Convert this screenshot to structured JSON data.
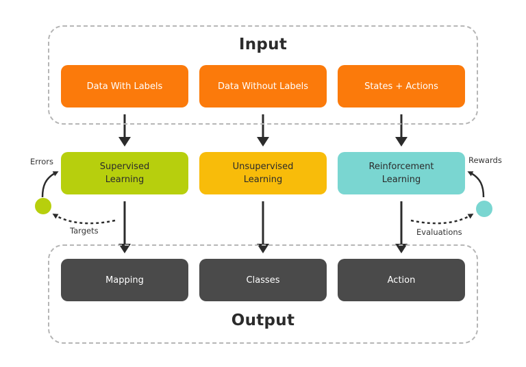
{
  "input": {
    "title": "Input",
    "boxes": [
      "Data With Labels",
      "Data Without Labels",
      "States + Actions"
    ]
  },
  "learning": {
    "supervised": "Supervised\nLearning",
    "unsupervised": "Unsupervised\nLearning",
    "reinforcement": "Reinforcement\nLearning"
  },
  "output": {
    "title": "Output",
    "boxes": [
      "Mapping",
      "Classes",
      "Action"
    ]
  },
  "feedback": {
    "errors": "Errors",
    "targets": "Targets",
    "rewards": "Rewards",
    "evaluations": "Evaluations"
  },
  "colors": {
    "input": "#fb7a0b",
    "output": "#4a4a4a",
    "supervised": "#b7cf0d",
    "unsupervised": "#f8bc0a",
    "reinforcement": "#7ad6d1",
    "arrow": "#2b2b2b",
    "dashed_border": "#b5b5b5"
  }
}
